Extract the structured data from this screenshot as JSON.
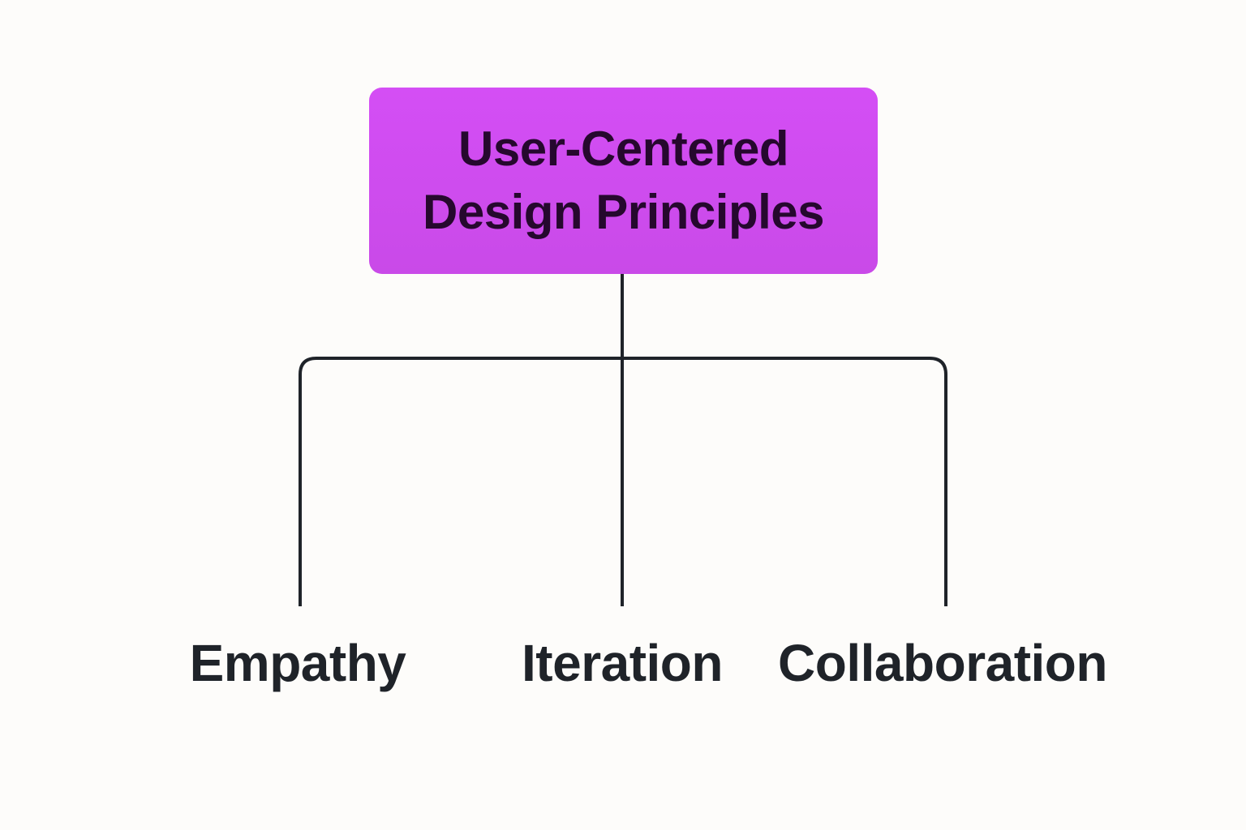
{
  "diagram": {
    "root": {
      "title": "User-Centered\nDesign Principles",
      "fill_color": "#d14df3",
      "text_color": "#26082e"
    },
    "children": [
      {
        "label": "Empathy"
      },
      {
        "label": "Iteration"
      },
      {
        "label": "Collaboration"
      }
    ],
    "connector_color": "#1f2329",
    "background_color": "#fdfcfa"
  }
}
